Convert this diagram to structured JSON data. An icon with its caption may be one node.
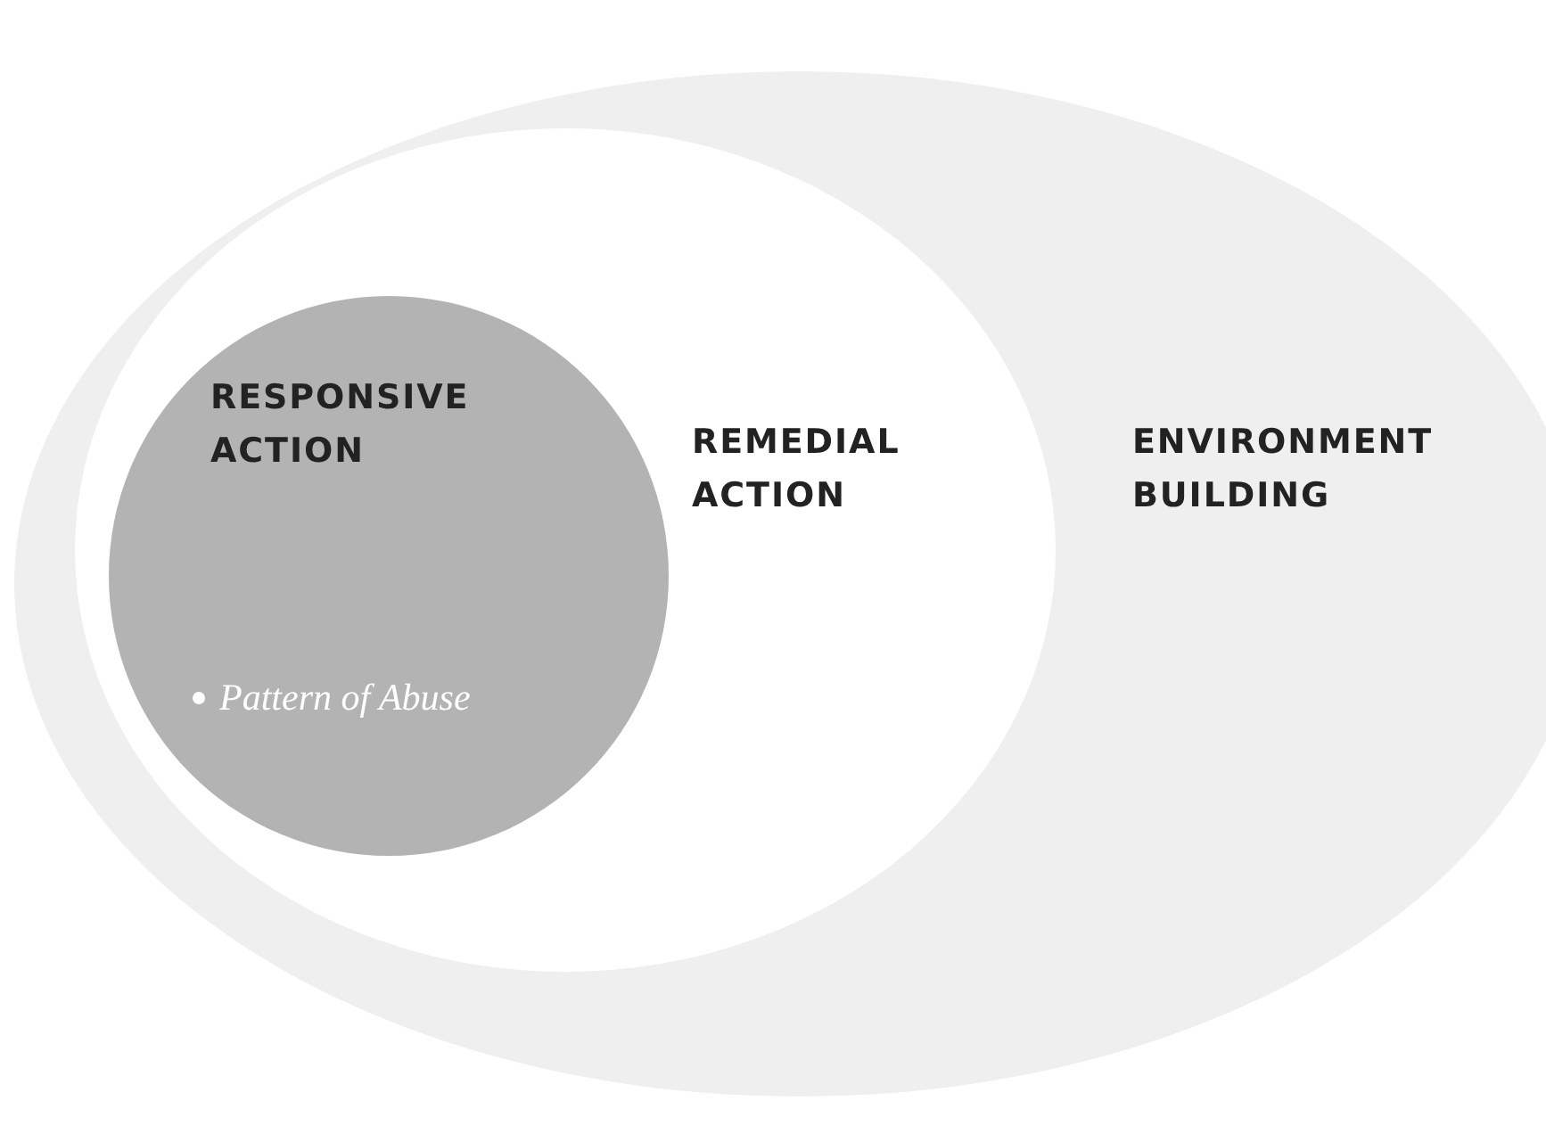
{
  "diagram": {
    "nodes": [
      {
        "text": [
          "ENVIRONMENT BUILDING"
        ]
      },
      {
        "text": [
          "REMEDIAL ACTION"
        ],
        "in": 0
      },
      {
        "text": [
          "RESPONSIVE ACTION",
          "Pattern of Abuse"
        ],
        "in": 1
      }
    ]
  }
}
